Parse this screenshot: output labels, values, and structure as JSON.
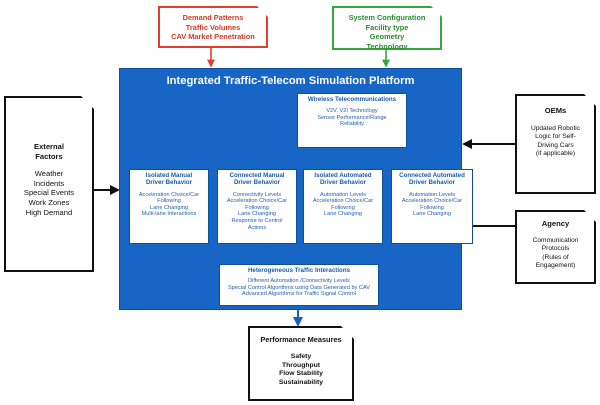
{
  "demand_box": {
    "lines": [
      "Demand Patterns",
      "Traffic Volumes",
      "CAV Market Penetration"
    ]
  },
  "system_box": {
    "lines": [
      "System Configuration",
      "Facility type",
      "Geometry",
      "Technology"
    ]
  },
  "platform": {
    "title": "Integrated Traffic-Telecom Simulation Platform"
  },
  "wireless": {
    "title": "Wireless Telecommunications",
    "lines": [
      "V2V, V2I Technology",
      "Sensor Performance/Range",
      "Reliability"
    ]
  },
  "behaviors": [
    {
      "title": [
        "Isolated Manual",
        "Driver Behavior"
      ],
      "lines": [
        "Acceleration Choice/Car",
        "Following",
        "Lane Changing",
        "Multi-lane Interactions"
      ]
    },
    {
      "title": [
        "Connected Manual",
        "Driver Behavior"
      ],
      "lines": [
        "Connectivity Levels",
        "Acceleration Choice/Car",
        "Following",
        "Lane Changing",
        "Response to Control",
        "Actions"
      ]
    },
    {
      "title": [
        "Isolated Automated",
        "Driver Behavior"
      ],
      "lines": [
        "Automation Levels",
        "Acceleration Choice/Car",
        "Following",
        "Lane Changing"
      ]
    },
    {
      "title": [
        "Connected Automated",
        "Driver Behavior"
      ],
      "lines": [
        "Automation Levels",
        "Acceleration Choice/Car",
        "Following",
        "Lane Changing"
      ]
    }
  ],
  "hetero": {
    "title": "Heterogeneous Traffic Interactions",
    "lines": [
      "Different Automation /Connectivity Levels",
      "Special Control Algorithms using Data Generated by CAV",
      "Advanced Algorithms for Traffic Signal Control"
    ]
  },
  "external": {
    "title": [
      "External",
      "Factors"
    ],
    "lines": [
      "Weather",
      "Incidents",
      "Special Events",
      "Work Zones",
      "High Demand"
    ]
  },
  "oems": {
    "title": "OEMs",
    "lines": [
      "Updated Robotic",
      "Logic for Self-",
      "Driving Cars",
      "(if applicable)"
    ]
  },
  "agency": {
    "title": "Agency",
    "lines": [
      "Communication",
      "Protocols",
      "(Rules of",
      "Engagement)"
    ]
  },
  "performance": {
    "title": "Performance Measures",
    "lines": [
      "Safety",
      "Throughput",
      "Flow Stability",
      "Sustainability"
    ]
  },
  "colors": {
    "platform": "#1766c6",
    "demand": "#e0402b",
    "system": "#35a83a",
    "text_blue": "#1f5fb3",
    "arrow_dark": "#111111",
    "arrow_blue": "#1c5fb8"
  }
}
